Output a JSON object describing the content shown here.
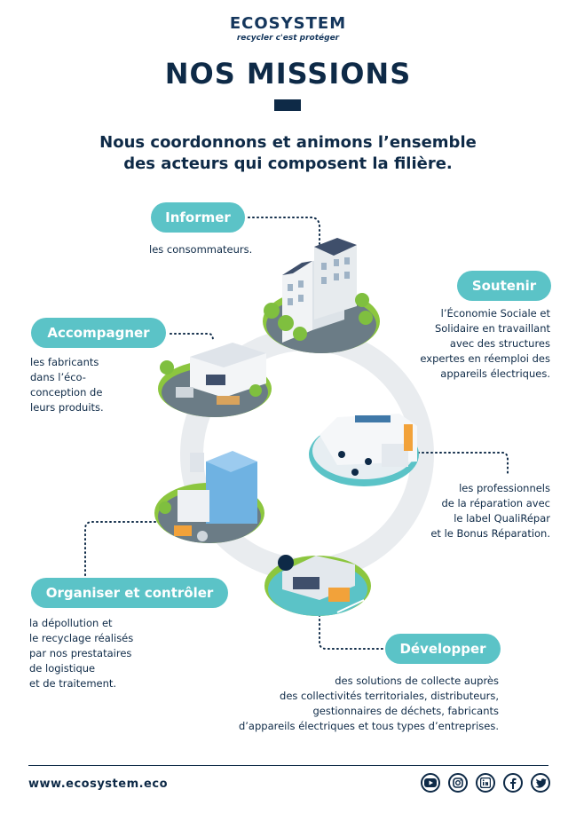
{
  "header": {
    "logo_text": "ECOSYSTEM",
    "tagline": "recycler c'est protéger",
    "title": "NOS MISSIONS",
    "subtitle_line1": "Nous coordonnons et animons l’ensemble",
    "subtitle_line2": "des acteurs qui composent la filière."
  },
  "missions": {
    "informer": {
      "label": "Informer",
      "desc": [
        "les consommateurs."
      ]
    },
    "soutenir": {
      "label": "Soutenir",
      "desc": [
        "l’Économie Sociale et",
        "Solidaire en travaillant",
        "avec des structures",
        "expertes en réemploi des",
        "appareils électriques."
      ],
      "desc2": [
        "les professionnels",
        "de la réparation avec",
        "le label QualiRépar",
        "et le Bonus Réparation."
      ]
    },
    "accompagner": {
      "label": "Accompagner",
      "desc": [
        "les fabricants",
        "dans l’éco-",
        "conception de",
        "leurs produits."
      ]
    },
    "organiser": {
      "label": "Organiser et contrôler",
      "desc": [
        "la dépollution et",
        "le recyclage réalisés",
        "par nos prestataires",
        "de logistique",
        "et de traitement."
      ]
    },
    "developper": {
      "label": "Développer",
      "desc": [
        "des solutions de collecte auprès",
        "des collectivités territoriales, distributeurs,",
        "gestionnaires de déchets, fabricants",
        "d’appareils électriques et tous types d’entreprises."
      ]
    }
  },
  "footer": {
    "url": "www.ecosystem.eco",
    "social_icons": [
      "youtube-icon",
      "instagram-icon",
      "linkedin-icon",
      "facebook-icon",
      "twitter-icon"
    ]
  },
  "colors": {
    "navy": "#0e2a47",
    "teal": "#5bc3c7",
    "green": "#8cc63f",
    "ring": "#e9ecef"
  }
}
